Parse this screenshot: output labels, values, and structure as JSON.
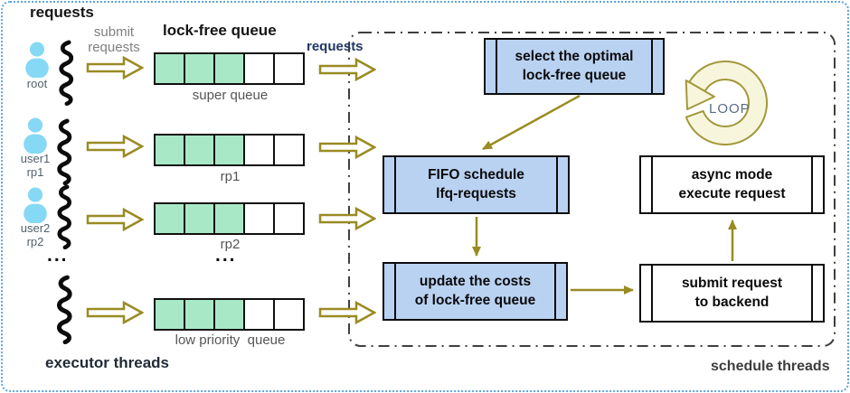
{
  "title_labels": {
    "requests_top": "requests",
    "submit_requests": [
      "submit",
      "requests"
    ],
    "lock_free_queue": "lock-free queue",
    "requests_inner": "requests",
    "executor_threads": "executor threads",
    "schedule_threads": "schedule threads"
  },
  "users": [
    {
      "name": "root",
      "sub": ""
    },
    {
      "name": "user1",
      "sub": "rp1"
    },
    {
      "name": "user2",
      "sub": "rp2"
    }
  ],
  "queues": [
    {
      "label": "super queue",
      "cells": 5,
      "filled": 3
    },
    {
      "label": "rp1",
      "cells": 5,
      "filled": 3
    },
    {
      "label": "rp2",
      "cells": 5,
      "filled": 3
    },
    {
      "label": "low priority  queue",
      "cells": 5,
      "filled": 3
    }
  ],
  "ellipsis": "...",
  "flowchart": {
    "select": {
      "lines": [
        "select the optimal",
        "lock-free queue"
      ],
      "fill": "blue"
    },
    "fifo": {
      "lines": [
        "FIFO schedule",
        "lfq-requests"
      ],
      "fill": "blue"
    },
    "update": {
      "lines": [
        "update the costs",
        "of lock-free queue"
      ],
      "fill": "blue"
    },
    "async": {
      "lines": [
        "async mode",
        "execute request"
      ],
      "fill": "white"
    },
    "submit": {
      "lines": [
        "submit request",
        "to backend"
      ],
      "fill": "white"
    },
    "loop_label": "LOOP"
  },
  "colors": {
    "olive_arrow": "#9a8b22",
    "queue_filled_green": "#a9e8c6",
    "flowbox_blue": "#b9d2f2",
    "loop_fill_cream": "#f8f5dd",
    "loop_stroke": "#a2983a",
    "user_icon_blue": "#85d9f4",
    "outer_frame_blue": "#5da5dc",
    "inner_boundary_gray": "#3f3f3f",
    "navy_label": "#1f3864"
  }
}
